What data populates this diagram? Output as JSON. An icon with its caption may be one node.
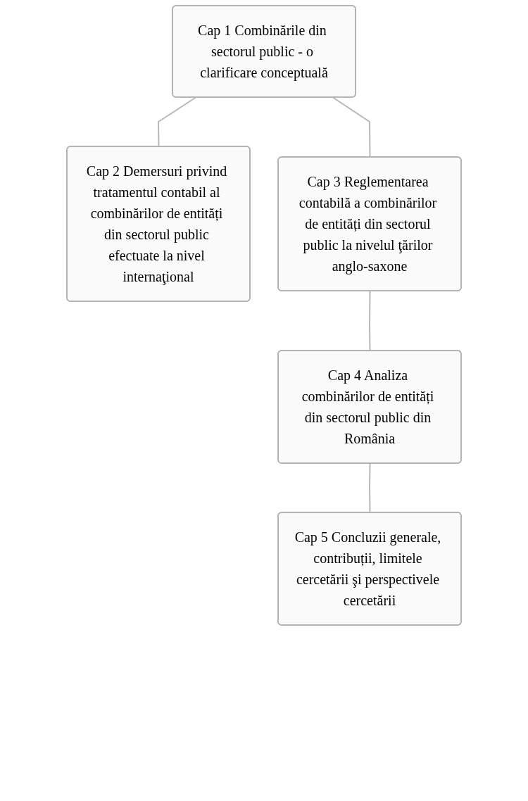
{
  "diagram": {
    "nodes": [
      {
        "text": [
          "Cap 1 Combinările din sectorul public - o clarificare conceptuală"
        ]
      },
      {
        "text": [
          "Cap 2 Demersuri privind tratamentul contabil al combinărilor de entități din sectorul public efectuate la nivel internaţional"
        ]
      },
      {
        "text": [
          "Cap 3 Reglementarea contabilă a combinărilor de entități din sectorul public la nivelul ţărilor anglo-saxone"
        ]
      },
      {
        "text": [
          "Cap 4 Analiza combinărilor de entități din sectorul public din România"
        ]
      },
      {
        "text": [
          "Cap 5 Concluzii generale, contribuții, limitele cercetării şi perspectivele cercetării"
        ]
      }
    ],
    "edges": [
      {
        "from": 0,
        "to": 1,
        "arrow": "none"
      },
      {
        "from": 0,
        "to": 2,
        "arrow": "none"
      },
      {
        "from": 2,
        "to": 3,
        "arrow": "none"
      },
      {
        "from": 3,
        "to": 4,
        "arrow": "none"
      }
    ]
  }
}
